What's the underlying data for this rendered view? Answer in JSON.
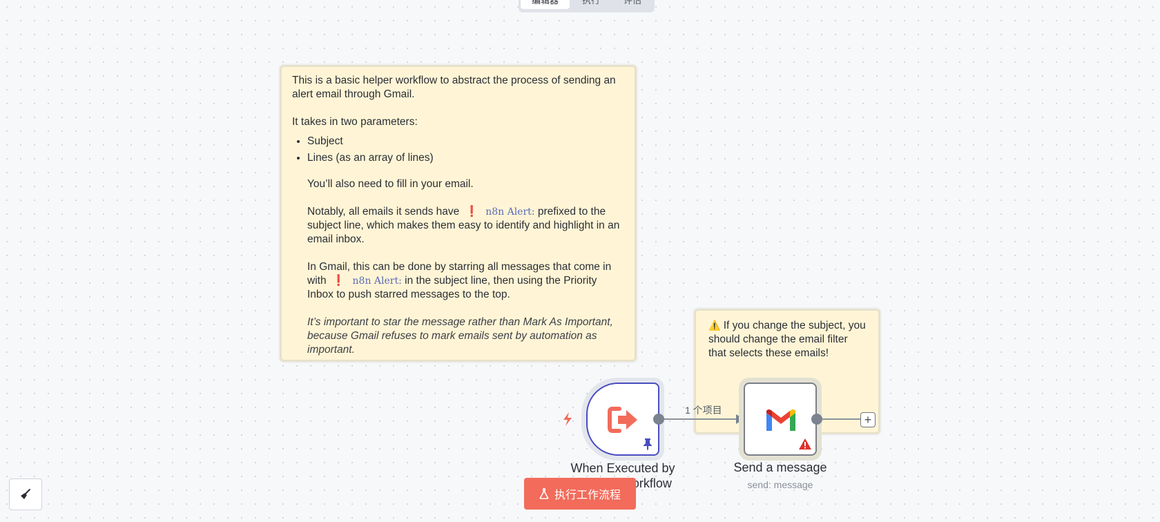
{
  "tabs": [
    {
      "label": "编辑器",
      "active": true
    },
    {
      "label": "执行",
      "active": false
    },
    {
      "label": "评估",
      "active": false
    }
  ],
  "sticky_main": {
    "intro": "This is a basic helper workflow to abstract the process of sending an alert email through Gmail.",
    "params_intro": "It takes in two parameters:",
    "params": [
      "Subject",
      "Lines (as an array of lines)"
    ],
    "fill_email": "You’ll also need to fill in your email.",
    "notably_before": "Notably, all emails it sends have",
    "bang": "❗",
    "alert_code": "n8n Alert:",
    "notably_after": "prefixed to the subject line, which makes them easy to identify and highlight in an email inbox.",
    "gmail_before": "In Gmail, this can be done by starring all messages that come in with",
    "gmail_after": "in the subject line, then using the Priority Inbox to push starred messages to the top.",
    "important": "It’s important to star the message rather than Mark As Important, because Gmail refuses to mark emails sent by automation as important."
  },
  "sticky_warning": {
    "icon": "⚠️",
    "text": "If you change the subject, you should change the email filter that selects these emails!"
  },
  "edge_label": "1 个项目",
  "nodes": {
    "trigger": {
      "title": "When Executed by Another Workflow"
    },
    "gmail": {
      "title": "Send a message",
      "subtitle": "send: message"
    }
  },
  "run_button": {
    "label": "执行工作流程"
  },
  "colors": {
    "accent": "#f26b5b",
    "sticky_bg": "#fff5d6",
    "trigger_border": "#4a4cc0"
  }
}
